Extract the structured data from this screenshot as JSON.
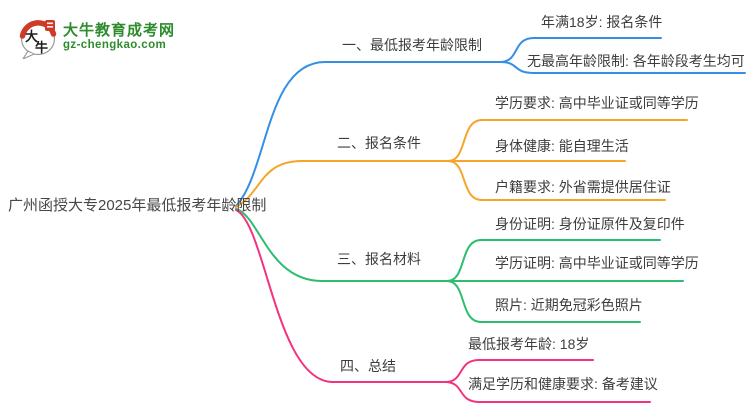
{
  "logo": {
    "icon_char_1": "大",
    "icon_char_2": "牛",
    "site_name": "大牛教育成考网",
    "site_url": "gz-chengkao.com",
    "brand_green": "#2e8b2e",
    "seal_red": "#cf3a28"
  },
  "root": {
    "label": "广州函授大专2025年最低报考年龄限制"
  },
  "branches": [
    {
      "label": "一、最低报考年龄限制",
      "color": "#348fe4",
      "children": [
        "年满18岁: 报名条件",
        "无最高年龄限制: 各年龄段考生均可"
      ]
    },
    {
      "label": "二、报名条件",
      "color": "#f5a62a",
      "children": [
        "学历要求: 高中毕业证或同等学历",
        "身体健康: 能自理生活",
        "户籍要求: 外省需提供居住证"
      ]
    },
    {
      "label": "三、报名材料",
      "color": "#2dbd6f",
      "children": [
        "身份证明: 身份证原件及复印件",
        "学历证明: 高中毕业证或同等学历",
        "照片: 近期免冠彩色照片"
      ]
    },
    {
      "label": "四、总结",
      "color": "#f23380",
      "children": [
        "最低报考年龄: 18岁",
        "满足学历和健康要求: 备考建议"
      ]
    }
  ]
}
